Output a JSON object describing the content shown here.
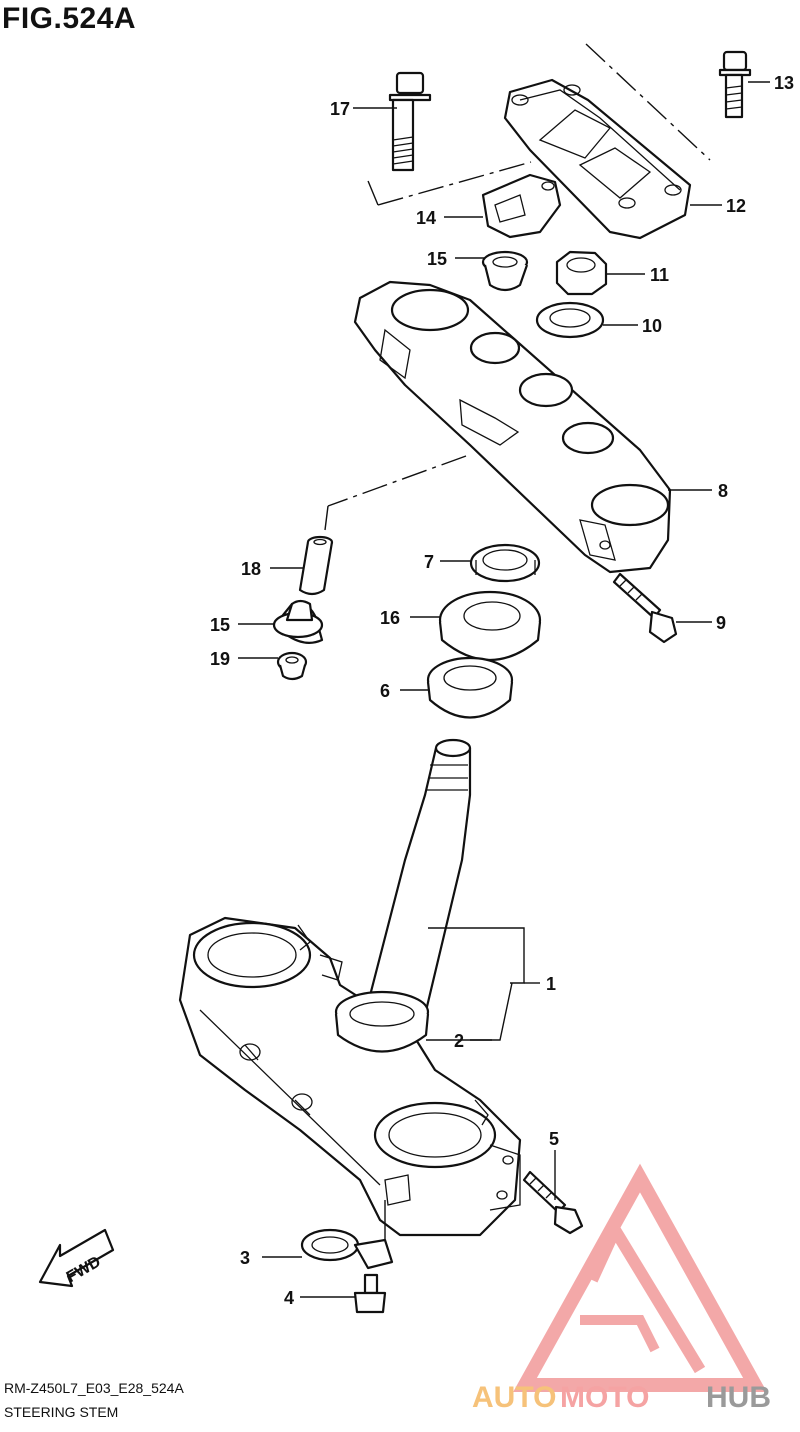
{
  "figure": {
    "title": "FIG.524A",
    "model_code": "RM-Z450L7_E03_E28_524A",
    "section_name": "STEERING STEM",
    "direction_label": "FWD"
  },
  "callouts": [
    "1",
    "2",
    "3",
    "4",
    "5",
    "6",
    "7",
    "8",
    "9",
    "10",
    "11",
    "12",
    "13",
    "14",
    "15",
    "15",
    "16",
    "17",
    "18",
    "19"
  ],
  "watermark": {
    "part1": "AUTO",
    "part2": "MOTO",
    "part3": "HUB",
    "colors": {
      "auto": "#f6c27a",
      "moto": "#f5a3a3",
      "hub": "#9a9a9a",
      "logo": "#f29a9a"
    }
  }
}
